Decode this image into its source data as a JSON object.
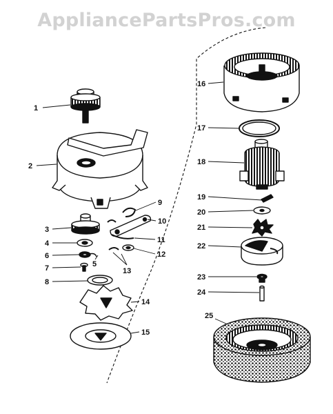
{
  "watermark": "AppliancePartsPros.com",
  "colors": {
    "ink": "#111111",
    "paper": "#ffffff",
    "watermark": "#d2d2d2"
  },
  "parts": [
    {
      "label": "1"
    },
    {
      "label": "2"
    },
    {
      "label": "3"
    },
    {
      "label": "4"
    },
    {
      "label": "5"
    },
    {
      "label": "6"
    },
    {
      "label": "7"
    },
    {
      "label": "8"
    },
    {
      "label": "9"
    },
    {
      "label": "10"
    },
    {
      "label": "11"
    },
    {
      "label": "12"
    },
    {
      "label": "13"
    },
    {
      "label": "14"
    },
    {
      "label": "15"
    },
    {
      "label": "16"
    },
    {
      "label": "17"
    },
    {
      "label": "18"
    },
    {
      "label": "19"
    },
    {
      "label": "20"
    },
    {
      "label": "21"
    },
    {
      "label": "22"
    },
    {
      "label": "23"
    },
    {
      "label": "24"
    },
    {
      "label": "25"
    }
  ]
}
